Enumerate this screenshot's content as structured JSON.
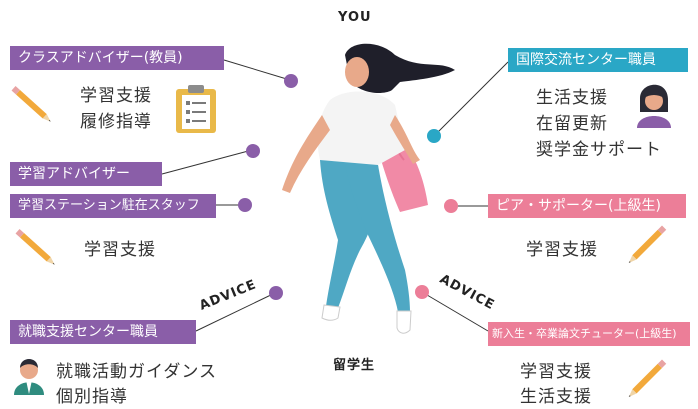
{
  "top_label": "YOU",
  "bottom_label": "留学生",
  "advice_left": "ADVICE",
  "advice_right": "ADVICE",
  "left": {
    "class_advisor": {
      "label": "クラスアドバイザー(教員)",
      "lines": [
        "学習支援",
        "履修指導"
      ]
    },
    "study_advisor": {
      "label": "学習アドバイザー"
    },
    "study_station": {
      "label": "学習ステーション駐在スタッフ",
      "lines": [
        "学習支援"
      ]
    },
    "career_center": {
      "label": "就職支援センター職員",
      "lines": [
        "就職活動ガイダンス",
        "個別指導"
      ]
    }
  },
  "right": {
    "intl_center": {
      "label": "国際交流センター職員",
      "lines": [
        "生活支援",
        "在留更新",
        "奨学金サポート"
      ]
    },
    "peer_supporter": {
      "label": "ピア・サポーター(上級生)",
      "lines": [
        "学習支援"
      ]
    },
    "tutor": {
      "label": "新入生・卒業論文チューター(上級生)",
      "lines": [
        "学習支援",
        "生活支援"
      ]
    }
  },
  "colors": {
    "purple": "#8a5ea8",
    "pink": "#ec7e98",
    "teal": "#2aa7c6"
  }
}
